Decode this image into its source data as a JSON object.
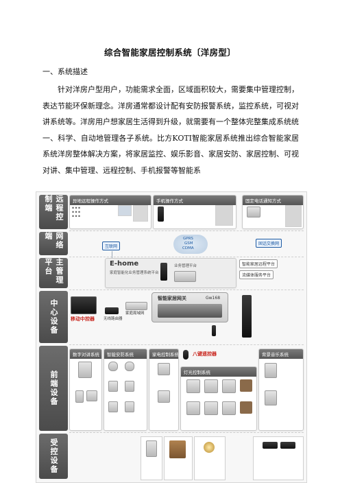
{
  "document": {
    "title": "综合智能家居控制系统〔洋房型〕",
    "heading": "一、系统描述",
    "paragraph": "针对洋房户型用户，功能需求全面，区域面积较大，需要集中管理控制，表达节能环保新理念。洋房通常都设计配有安防报警系统，监控系统，可视对讲系统等。洋房用户想家居生活得到升级，就需要有一个整体完整集成系统统一、科学、自动地管理各子系统。比方KOTI智能家居系统推出综合智能家居系统洋房整体解决方案，将家居监控、娱乐影音、家居安防、家居控制、可视对讲、集中管理、远程控制、手机报警等智能系"
  },
  "diagram": {
    "bands": [
      "远程控制端",
      "网络端",
      "主管理平台",
      "中心设备",
      "前端设备",
      "受控设备"
    ],
    "top_boxes": [
      "异地远程操作方式",
      "手机操作方式",
      "固定电话通知方式"
    ],
    "networks": [
      "互联网",
      "GPRS",
      "GSM",
      "CDMA",
      "固话交换网"
    ],
    "platform": {
      "name": "E-home",
      "subtitle": "家庭智能化业务管理系统平台",
      "items": [
        "智能家居远程平台",
        "流媒体服务平台",
        "业务管理平台"
      ]
    },
    "center": {
      "gateway": "智能家居网关",
      "gateway_model": "Gw168",
      "controller": "移动中控器",
      "router": "无线路由器",
      "switch": "家庭局域网"
    },
    "front": {
      "boxes": [
        "数字对讲系统",
        "智能安防系统",
        "家电控制系统",
        "灯光控制系统",
        "背景音乐系统"
      ],
      "remote": "八键遥控器"
    }
  }
}
